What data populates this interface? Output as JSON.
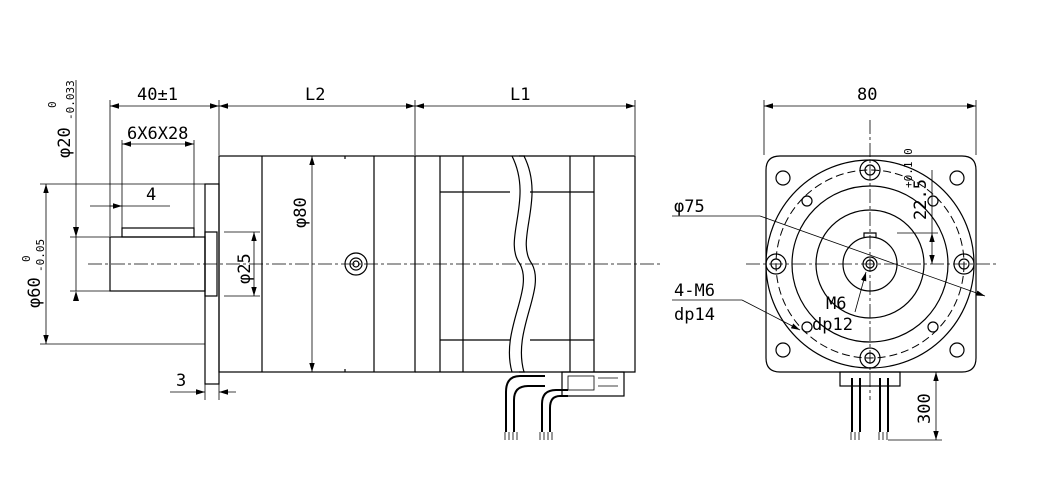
{
  "side_view": {
    "dim_shaft_length": "40±1",
    "dim_key": "6X6X28",
    "dim_L2": "L2",
    "dim_L1": "L1",
    "dim_key_offset": "4",
    "dim_flange_thickness": "3",
    "dim_shaft_dia_main": "φ20",
    "dim_shaft_dia_tol_upper": "0",
    "dim_shaft_dia_tol_lower": "-0.033",
    "dim_pilot_dia_main": "φ60",
    "dim_pilot_dia_tol_upper": "0",
    "dim_pilot_dia_tol_lower": "-0.05",
    "dim_boss_dia": "φ25",
    "dim_body_dia": "φ80"
  },
  "front_view": {
    "dim_width": "80",
    "dim_pcd": "φ75",
    "dim_holes_line1": "4-M6",
    "dim_holes_line2": "dp14",
    "dim_center_line1": "M6",
    "dim_center_line2": "dp12",
    "dim_key_height_main": "22.5",
    "dim_key_height_tol": "+0.1 0",
    "dim_cable_length": "300"
  }
}
